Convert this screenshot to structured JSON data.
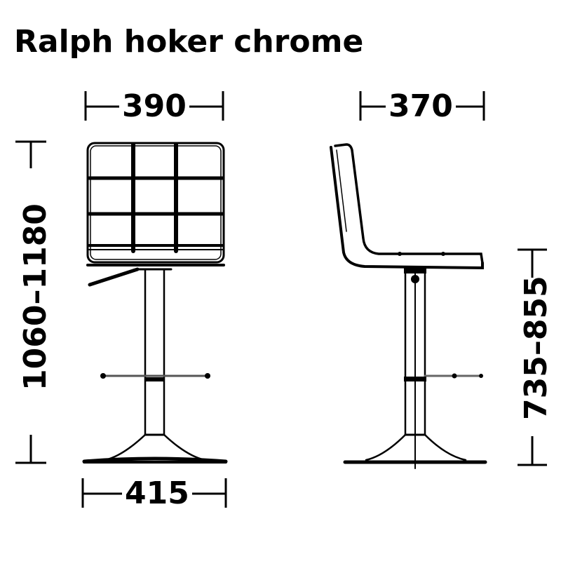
{
  "title": "Ralph hoker chrome",
  "dimensions": {
    "front_top_width": "390",
    "side_top_width": "370",
    "total_height": "1060–1180",
    "seat_height": "735–855",
    "base_width": "415"
  },
  "views": {
    "front": "front-view-bar-stool",
    "side": "side-view-bar-stool"
  },
  "colors": {
    "line": "#000000",
    "background": "#ffffff"
  }
}
